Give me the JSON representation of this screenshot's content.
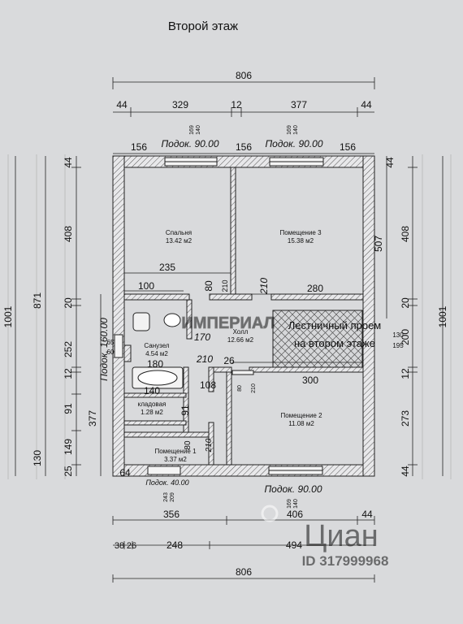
{
  "title": "Второй этаж",
  "dims": {
    "top_total": "806",
    "top_44_left": "44",
    "top_329": "329",
    "top_12": "12",
    "top_377": "377",
    "top_44_right": "44",
    "top_156_a": "156",
    "top_156_b": "156",
    "top_156_c": "156",
    "bottom_356": "356",
    "bottom_406": "406",
    "bottom_44": "44",
    "bottom_38": "38",
    "bottom_26": "26",
    "bottom_248": "248",
    "bottom_494": "494",
    "bottom_total": "806",
    "left_outer_1001": "1001",
    "left_871": "871",
    "left_130": "130",
    "left_44_top": "44",
    "left_408": "408",
    "left_20": "20",
    "left_252": "252",
    "left_12": "12",
    "left_91": "91",
    "left_149": "149",
    "left_25": "25",
    "left_377": "377",
    "right_44_top": "44",
    "right_507": "507",
    "right_408": "408",
    "right_20": "20",
    "right_200": "200",
    "right_12": "12",
    "right_273": "273",
    "right_44_bottom": "44",
    "right_outer_1001": "1001",
    "right_130": "130",
    "right_195": "195",
    "inner_235": "235",
    "inner_100": "100",
    "inner_80": "80",
    "inner_210_a": "210",
    "inner_210_b": "210",
    "inner_280": "280",
    "inner_180": "180",
    "inner_210_c": "210",
    "inner_26": "26",
    "inner_300": "300",
    "inner_108": "108",
    "inner_140": "140",
    "inner_91": "91",
    "inner_80_b": "80",
    "inner_210_d": "210",
    "inner_65": "65",
    "inner_60": "60",
    "inner_64": "64",
    "inner_170": "170",
    "small_169_a": "169",
    "small_140_a": "140",
    "small_169_b": "169",
    "small_140_b": "140",
    "small_169_c": "169",
    "small_140_c": "140",
    "small_243": "243",
    "small_209": "209",
    "small_80_c": "80",
    "small_210_e": "210"
  },
  "windows": {
    "top_left": "Подок. 90.00",
    "top_right": "Подок. 90.00",
    "bottom_right": "Подок. 90.00",
    "bottom_small": "Подок. 40.00",
    "left_side": "Подок. 160.00"
  },
  "rooms": {
    "bedroom_name": "Спальня",
    "bedroom_area": "13.42 м2",
    "room3_name": "Помещение 3",
    "room3_area": "15.38 м2",
    "hall_name": "Холл",
    "hall_area": "12.66 м2",
    "bath_name": "Санузел",
    "bath_area": "4.54 м2",
    "storage_name": "кладовая",
    "storage_area": "1.28 м2",
    "room1_name": "Помещение 1",
    "room1_area": "3.37 м2",
    "room2_name": "Помещение 2",
    "room2_area": "11.08 м2",
    "stair_label_1": "Лестничный проем",
    "stair_label_2": "на втором этаже"
  },
  "watermarks": {
    "brand": "ИМПЕРИАЛ",
    "cian_logo": "Циан",
    "cian_id": "ID 317999968"
  }
}
